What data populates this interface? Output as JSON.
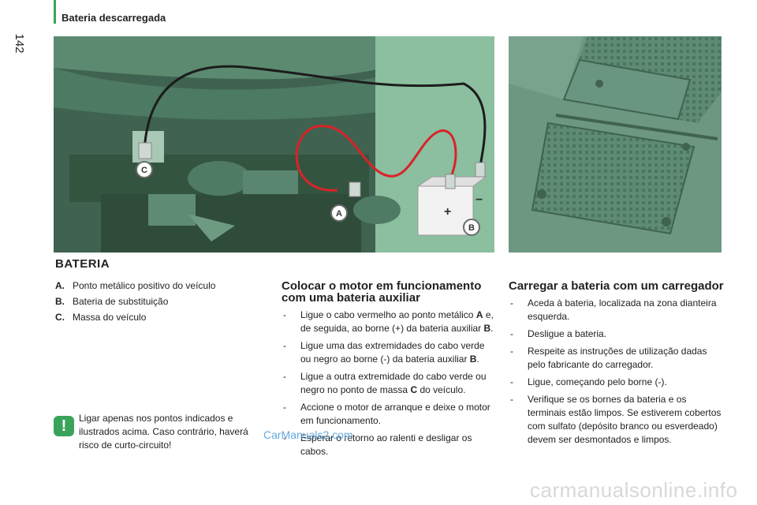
{
  "header": {
    "section_title": "Bateria descarregada",
    "page_number": "142"
  },
  "colors": {
    "accent": "#3aa35a",
    "illustration_bg": "#8bbf9f",
    "illustration_dark": "#3f6350"
  },
  "illustration": {
    "labels": {
      "a": "A",
      "b": "B",
      "c": "C"
    }
  },
  "main": {
    "heading": "BATERIA",
    "legend": [
      {
        "key": "A.",
        "text": "Ponto metálico positivo do veículo"
      },
      {
        "key": "B.",
        "text": "Bateria de substituição"
      },
      {
        "key": "C.",
        "text": "Massa do veículo"
      }
    ],
    "warning": {
      "icon": "exclamation-icon",
      "text": "Ligar apenas nos pontos indicados e ilustrados acima. Caso contrário, haverá risco de curto-circuito!"
    }
  },
  "auxiliary": {
    "title": "Colocar o motor em funcionamento com uma bateria auxiliar",
    "steps": [
      {
        "before": "Ligue o cabo vermelho ao ponto metálico ",
        "b1": "A",
        "mid": " e, de seguida, ao borne (+) da bateria auxiliar ",
        "b2": "B",
        "after": "."
      },
      {
        "before": "Ligue uma das extremidades do cabo verde ou negro ao borne (-) da bateria auxiliar ",
        "b1": "B",
        "mid": ".",
        "b2": "",
        "after": ""
      },
      {
        "before": "Ligue a outra extremidade do cabo verde ou negro no ponto de massa ",
        "b1": "C",
        "mid": " do veículo.",
        "b2": "",
        "after": ""
      },
      {
        "before": "Accione o motor de arranque e deixe o motor em funcionamento.",
        "b1": "",
        "mid": "",
        "b2": "",
        "after": ""
      },
      {
        "before": "Esperar o retorno ao ralenti e desligar os cabos.",
        "b1": "",
        "mid": "",
        "b2": "",
        "after": ""
      }
    ]
  },
  "charger": {
    "title": "Carregar a bateria com um carregador",
    "steps": [
      "Aceda à bateria, localizada na zona dianteira esquerda.",
      "Desligue a bateria.",
      "Respeite as instruções de utilização dadas pelo fabricante do carregador.",
      "Ligue, começando pelo borne (-).",
      "Verifique se os bornes da bateria e os terminais estão limpos. Se estiverem cobertos com sulfato (depósito branco ou esverdeado) devem ser desmontados e limpos."
    ]
  },
  "watermarks": {
    "carmanuals": "CarManuals2.com",
    "bottom": "carmanualsonline.info"
  }
}
